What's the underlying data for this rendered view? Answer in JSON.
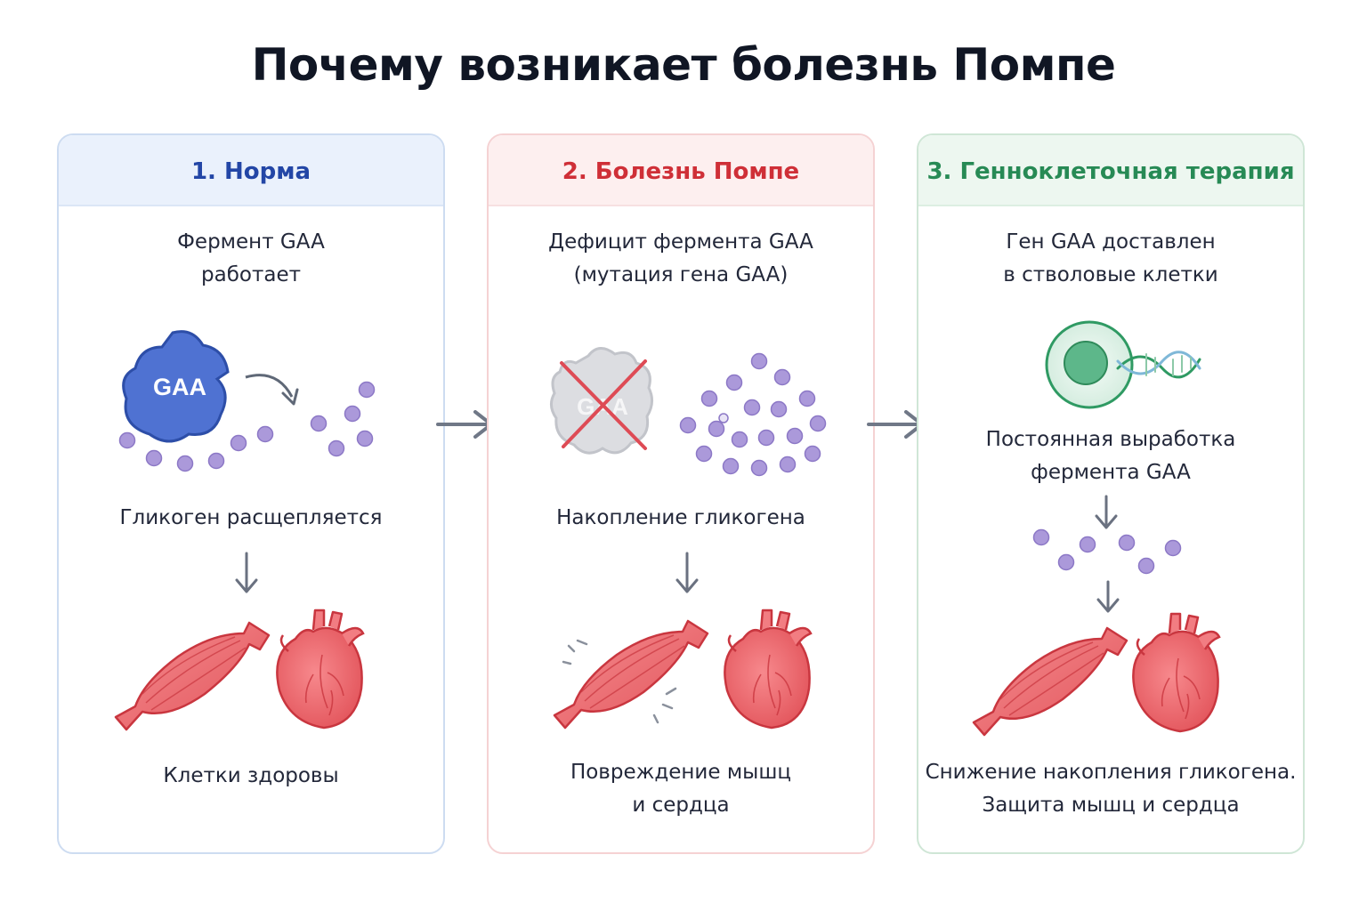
{
  "title": "Почему возникает болезнь Помпе",
  "panels": [
    {
      "header": "1. Норма",
      "top_text": "Фермент GAA\nработает",
      "enzyme_label": "GAA",
      "middle_text": "Гликоген расщепляется",
      "bottom_text": "Клетки здоровы"
    },
    {
      "header": "2. Болезнь Помпе",
      "top_text": "Дефицит фермента GAA\n(мутация гена GAA)",
      "enzyme_label": "GAA",
      "middle_text": "Накопление гликогена",
      "bottom_text": "Повреждение мышц\nи сердца"
    },
    {
      "header": "3. Генноклеточная терапия",
      "top_text": "Ген GAA доставлен\nв стволовые клетки",
      "middle_text": "Постоянная выработка\nфермента GAA",
      "bottom_text": "Снижение накопления гликогена.\nЗащита мышц и сердца"
    }
  ],
  "colors": {
    "normal_accent": "#2346a6",
    "disease_accent": "#cf2f37",
    "therapy_accent": "#278a55",
    "glycogen": "#a998d8",
    "enzyme": "#4a6fd0",
    "organ": "#ef6d72"
  },
  "icons": [
    "enzyme-blob-icon",
    "glycogen-dot-icon",
    "muscle-icon",
    "heart-icon",
    "stem-cell-icon",
    "dna-icon",
    "cross-icon",
    "arrow-right-icon",
    "arrow-down-icon"
  ]
}
